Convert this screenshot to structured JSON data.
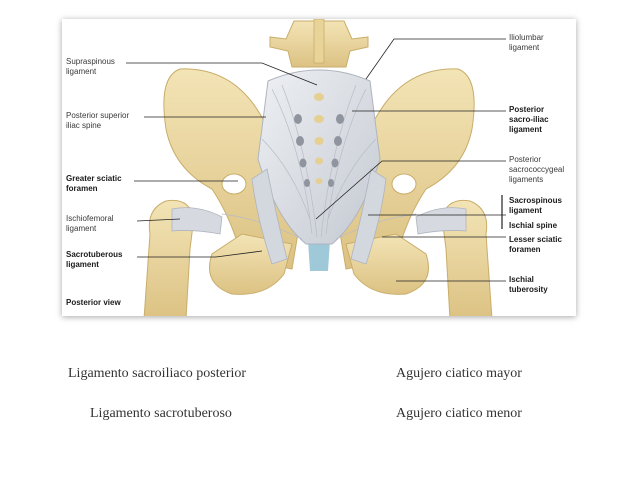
{
  "figure": {
    "labels_left": {
      "supraspinous": "Supraspinous\nligament",
      "psis": "Posterior superior\niliac spine",
      "greater_sciatic": "Greater sciatic\nforamen",
      "ischiofemoral": "Ischiofemoral\nligament",
      "sacrotuberous": "Sacrotuberous\nligament",
      "view": "Posterior view"
    },
    "labels_right": {
      "iliolumbar": "Iliolumbar\nligament",
      "posterior_sacroiliac": "Posterior\nsacro-iliac\nligament",
      "sacrococcygeal": "Posterior\nsacrococcygeal\nligaments",
      "sacrospinous": "Sacrospinous\nligament",
      "ischial_spine": "Ischial spine",
      "lesser_sciatic": "Lesser sciatic\nforamen",
      "ischial_tuberosity": "Ischial\ntuberosity"
    }
  },
  "captions": {
    "top_left": "Ligamento sacroiliaco posterior",
    "top_right": "Agujero ciatico mayor",
    "bottom_left": "Ligamento sacrotuberoso",
    "bottom_right": "Agujero ciatico menor"
  },
  "colors": {
    "bone": "#ecd9a4",
    "bone_shadow": "#d8bf7c",
    "ligament": "#d9dde3",
    "ligament_stroke": "#aeb4bf",
    "cartilage": "#9fc8d8"
  }
}
